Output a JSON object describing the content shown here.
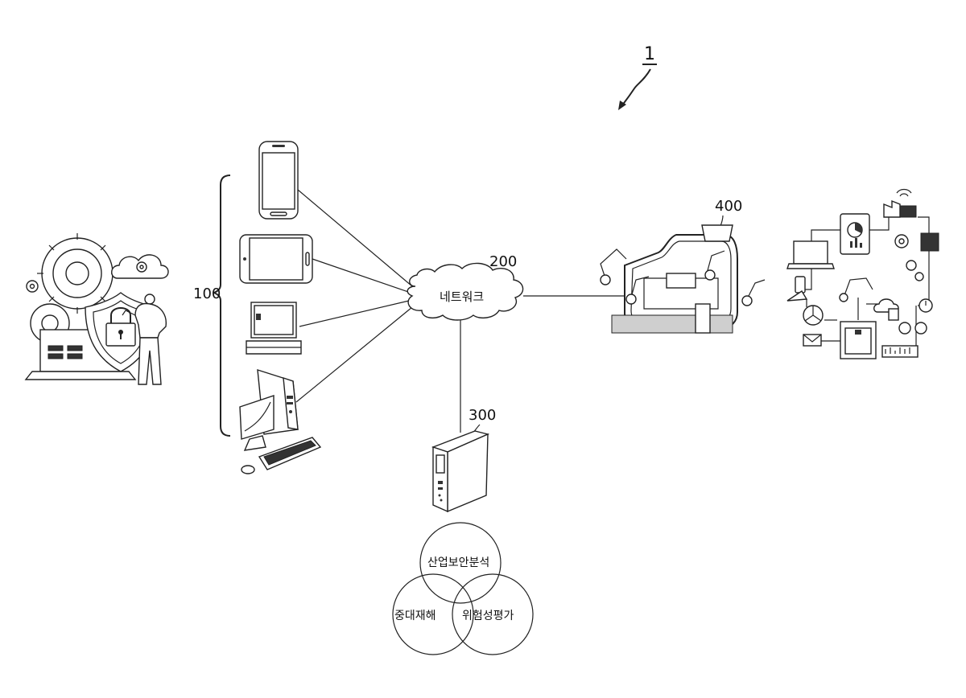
{
  "figure_ref": "1",
  "labels": {
    "terminals": "100",
    "network_ref": "200",
    "network": "네트워크",
    "server_ref": "300",
    "site_ref": "400"
  },
  "venn": {
    "top": "산업보안분석",
    "left": "중대재해",
    "right": "위험성평가"
  }
}
